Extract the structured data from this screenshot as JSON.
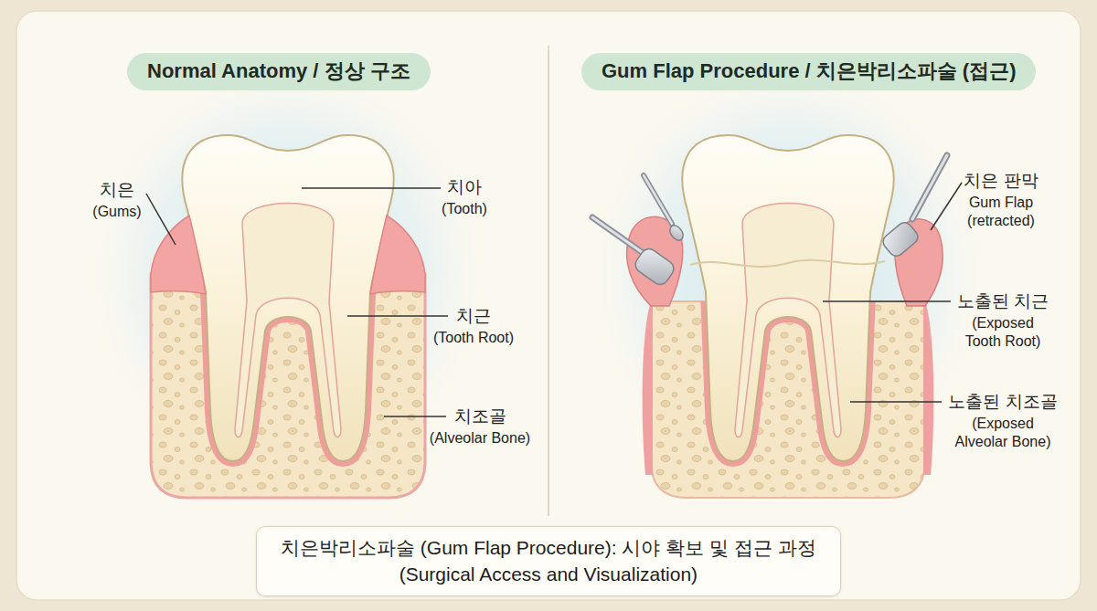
{
  "diagram": {
    "nodes": [
      {
        "text": [
          "Normal Anatomy / 정상 구조"
        ]
      },
      {
        "text": [
          "Gum Flap Procedure / 치은박리소파술 (접근)"
        ]
      },
      {
        "text": [
          "치은박리소파술 (Gum Flap Procedure): 시야 확보 및 접근 과정",
          "(Surgical Access and Visualization)"
        ]
      }
    ],
    "labels": [
      "치은",
      "(Gums)",
      "치아",
      "(Tooth)",
      "치근",
      "(Tooth Root)",
      "치조골",
      "(Alveolar Bone)",
      "치은 판막",
      "Gum Flap (retracted)",
      "노출된 치근",
      "(Exposed Tooth Root)",
      "노출된 치조골",
      "(Exposed Alveolar Bone)"
    ]
  }
}
